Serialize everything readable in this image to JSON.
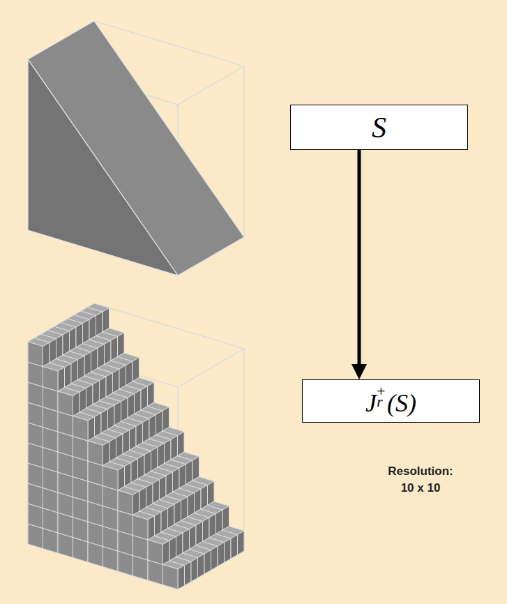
{
  "diagram": {
    "nodes": [
      {
        "text": [
          "S"
        ]
      },
      {
        "text": [
          "Jr+(S)"
        ]
      }
    ],
    "edges": [
      {
        "from": 0,
        "to": 1,
        "arrow": "to"
      }
    ],
    "labels": [
      "Resolution: 10 x 10"
    ]
  }
}
